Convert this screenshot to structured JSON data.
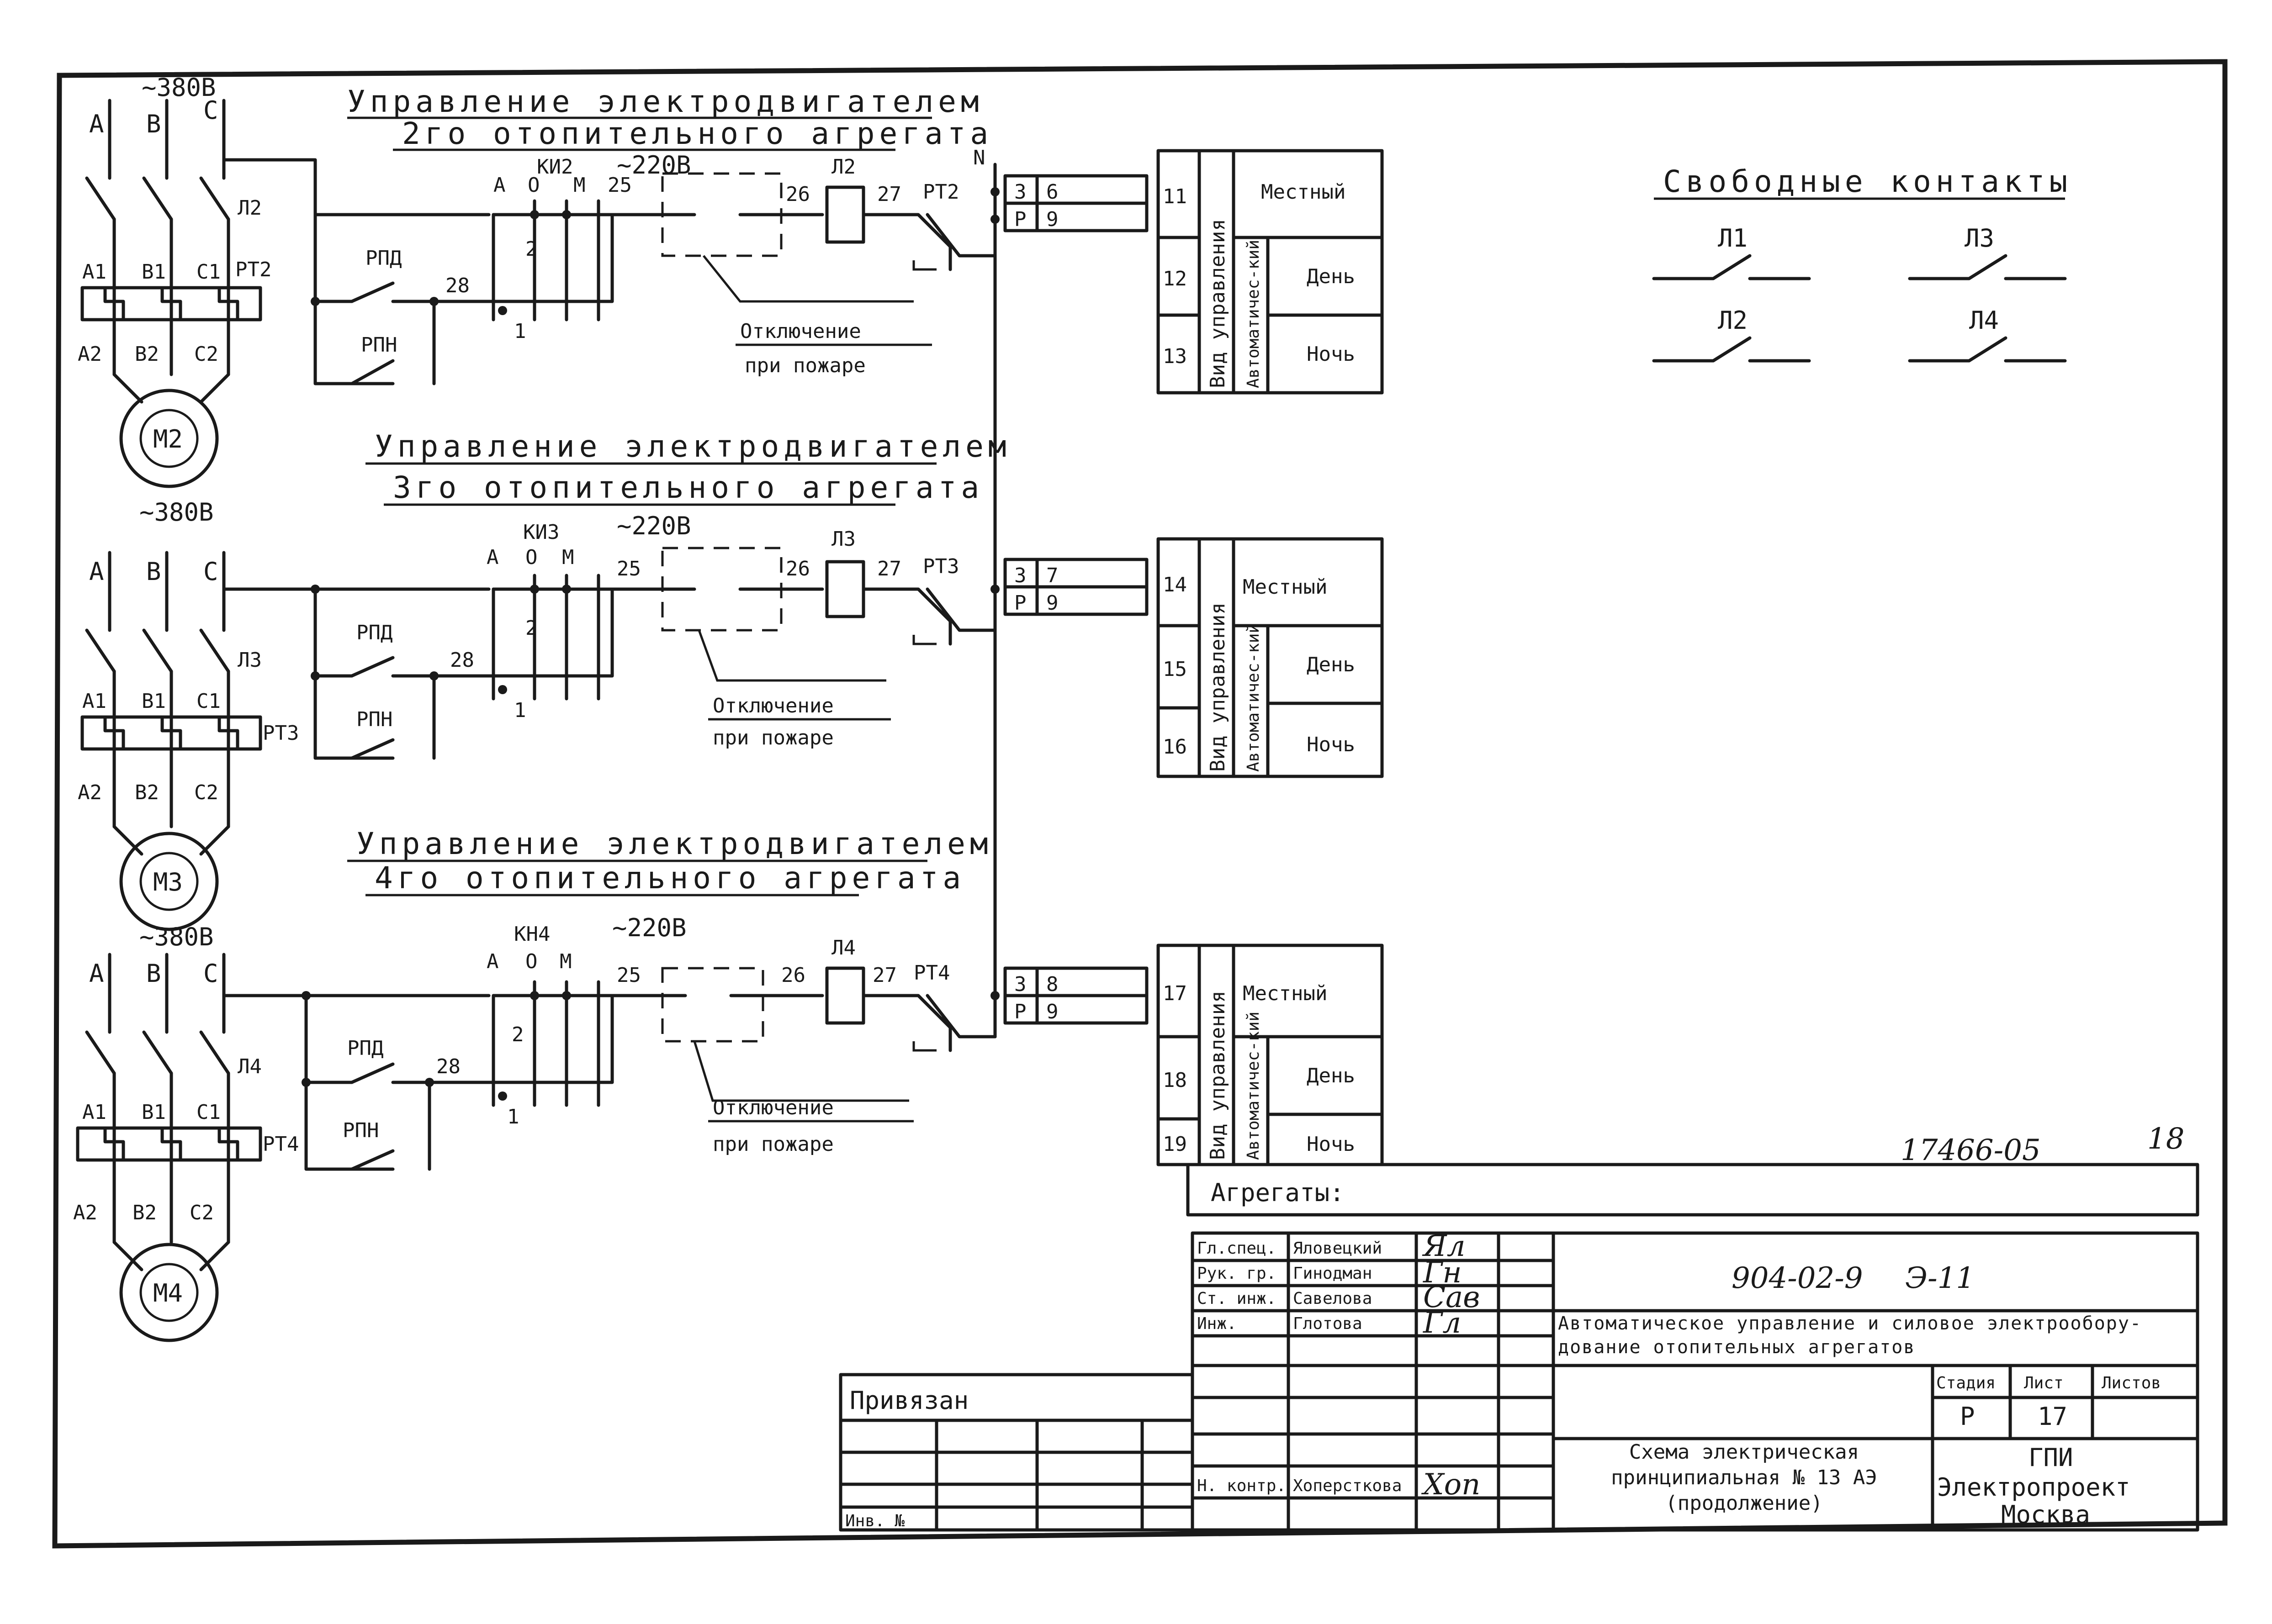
{
  "sections": [
    {
      "title1": "Управление электродвигателем",
      "title2": "2го отопительного агрегата",
      "voltage3": "~380В",
      "phases": [
        "А",
        "В",
        "С"
      ],
      "top_terms": [
        "А1",
        "В1",
        "С1"
      ],
      "bot_terms": [
        "А2",
        "В2",
        "С2"
      ],
      "relay": "РТ2",
      "contact": "Л2",
      "motor": "М2",
      "switch": "КИ2",
      "switch_pos": [
        "А",
        "О",
        "М"
      ],
      "voltage": "~220В",
      "nodes": [
        "25",
        "26",
        "27",
        "28"
      ],
      "pos_labels": [
        "2",
        "1"
      ],
      "coil": "Л2",
      "rpd": "РПД",
      "rpn": "РПН",
      "fire1": "Отключение",
      "fire2": "при пожаре",
      "term_rows": [
        [
          "3",
          "6"
        ],
        [
          "Р",
          "9"
        ]
      ],
      "mode_nums": [
        "11",
        "12",
        "13"
      ]
    },
    {
      "title1": "Управление электродвигателем",
      "title2": "3го отопительного агрегата",
      "voltage3": "~380В",
      "phases": [
        "А",
        "В",
        "С"
      ],
      "top_terms": [
        "А1",
        "В1",
        "С1"
      ],
      "bot_terms": [
        "А2",
        "В2",
        "С2"
      ],
      "relay": "РТ3",
      "contact": "Л3",
      "motor": "М3",
      "switch": "КИ3",
      "switch_pos": [
        "А",
        "О",
        "М"
      ],
      "voltage": "~220В",
      "nodes": [
        "25",
        "26",
        "27",
        "28"
      ],
      "pos_labels": [
        "2",
        "1"
      ],
      "coil": "Л3",
      "rpd": "РПД",
      "rpn": "РПН",
      "fire1": "Отключение",
      "fire2": "при пожаре",
      "term_rows": [
        [
          "3",
          "7"
        ],
        [
          "Р",
          "9"
        ]
      ],
      "mode_nums": [
        "14",
        "15",
        "16"
      ]
    },
    {
      "title1": "Управление электродвигателем",
      "title2": "4го отопительного агрегата",
      "voltage3": "~380В",
      "phases": [
        "А",
        "В",
        "С"
      ],
      "top_terms": [
        "А1",
        "В1",
        "С1"
      ],
      "bot_terms": [
        "А2",
        "В2",
        "С2"
      ],
      "relay": "РТ4",
      "contact": "Л4",
      "motor": "М4",
      "switch": "КН4",
      "switch_pos": [
        "А",
        "О",
        "М"
      ],
      "voltage": "~220В",
      "nodes": [
        "25",
        "26",
        "27",
        "28"
      ],
      "pos_labels": [
        "2",
        "1"
      ],
      "coil": "Л4",
      "rpd": "РПД",
      "rpn": "РПН",
      "fire1": "Отключение",
      "fire2": "при пожаре",
      "term_rows": [
        [
          "3",
          "8"
        ],
        [
          "Р",
          "9"
        ]
      ],
      "mode_nums": [
        "17",
        "18",
        "19"
      ]
    }
  ],
  "neutral": "N",
  "mode_box": {
    "vertical_label": "Вид управления",
    "local": "Местный",
    "auto": "Автоматичес-кий",
    "day": "День",
    "night": "Ночь"
  },
  "free_contacts": {
    "title": "Свободные контакты",
    "items": [
      "Л1",
      "Л3",
      "Л2",
      "Л4"
    ]
  },
  "stamp": {
    "doc_code": "17466-05",
    "page_corner": "18",
    "aggregates_label": "Агрегаты:",
    "project_code": "904-02-9",
    "section_code": "Э-11",
    "title_main": "Автоматическое управление и силовое электрообору-дование отопительных агрегатов",
    "stage_head": "Стадия",
    "sheet_head": "Лист",
    "sheets_head": "Листов",
    "stage": "Р",
    "sheet": "17",
    "drawing_title": "Схема электрическая принципиальная № 13 АЭ (продолжение)",
    "org1": "ГПИ",
    "org2": "Электропроект",
    "org3": "Москва",
    "bound": "Привязан",
    "inv": "Инв. №",
    "staff": [
      {
        "role": "Гл.спец.",
        "name": "Яловецкий",
        "sign": "Ял"
      },
      {
        "role": "Рук. гр.",
        "name": "Гинодман",
        "sign": "Гн"
      },
      {
        "role": "Ст. инж.",
        "name": "Савелова",
        "sign": "Сав"
      },
      {
        "role": "Инж.",
        "name": "Глотова",
        "sign": "Гл"
      }
    ],
    "nkontr_role": "Н. контр.",
    "nkontr_name": "Хоперсткова",
    "nkontr_sign": "Хоп"
  }
}
